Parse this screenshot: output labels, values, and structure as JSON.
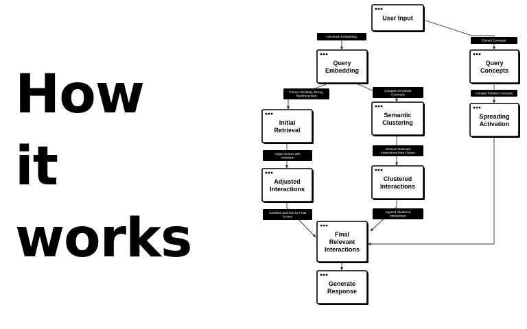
{
  "hero": {
    "lines": [
      "How",
      "it",
      "works"
    ]
  },
  "diagram": {
    "nodes": {
      "user_input": [
        "User Input"
      ],
      "query_embedding": [
        "Query",
        "Embedding"
      ],
      "query_concepts": [
        "Query",
        "Concepts"
      ],
      "initial_retrieval": [
        "Initial",
        "Retrieval"
      ],
      "semantic_clustering": [
        "Semantic",
        "Clustering"
      ],
      "spreading_activation": [
        "Spreading",
        "Activation"
      ],
      "adjusted_interactions": [
        "Adjusted",
        "Interactions"
      ],
      "clustered_interactions": [
        "Clustered",
        "Interactions"
      ],
      "final_relevant_interactions": [
        "Final",
        "Relevant",
        "Interactions"
      ],
      "generate_response": [
        "Generate",
        "Response"
      ]
    },
    "edge_labels": {
      "generate_embedding": [
        "Generate Embedding"
      ],
      "extract_concepts": [
        "Extract Concepts"
      ],
      "cosine_similarity": [
        "Cosine Similarity, Decay,",
        "Reinforcement"
      ],
      "compare_to_cluster": [
        "Compare to Cluster",
        "Centroids"
      ],
      "activate_related": [
        "Activate Related Concepts"
      ],
      "adjust_scores": [
        "Adjust Scores with",
        "Activation"
      ],
      "retrieve_relevant": [
        "Retrieve Relevant",
        "Interactions from Cluster"
      ],
      "combine_and_sort": [
        "Combine and Sort by Final",
        "Scores"
      ],
      "append_clustered": [
        "Append Clustered",
        "Interactions"
      ]
    }
  }
}
